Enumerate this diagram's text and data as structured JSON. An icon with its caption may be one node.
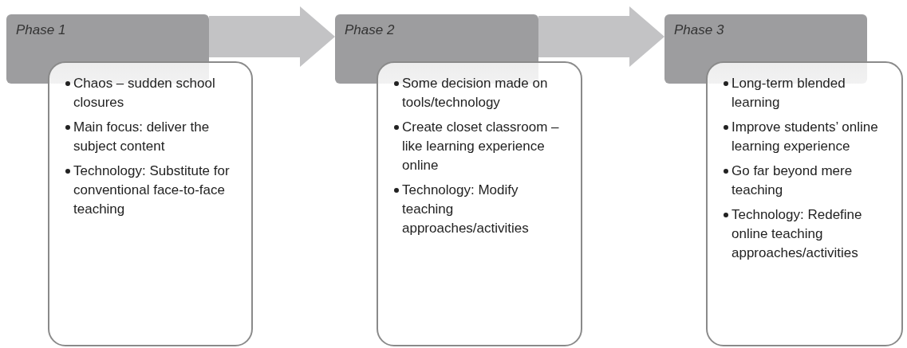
{
  "diagram": {
    "nodes": [
      {
        "text": [
          "Phase 1"
        ]
      },
      {
        "text": [
          "Chaos – sudden school closures",
          "Main focus: deliver the subject content",
          "Technology: Substitute for conventional face-to-face teaching"
        ]
      },
      {
        "text": [
          "Phase 2"
        ]
      },
      {
        "text": [
          "Some decision made on tools/technology",
          "Create closet classroom –like learning experience online",
          "Technology: Modify teaching approaches/activities"
        ]
      },
      {
        "text": [
          "Phase 3"
        ]
      },
      {
        "text": [
          "Long-term blended learning",
          "Improve students’ online learning experience",
          "Go far beyond mere teaching",
          "Technology: Redefine online teaching approaches/activities"
        ]
      }
    ],
    "edges": [
      {
        "from": 0,
        "to": 2,
        "arrow": "to"
      },
      {
        "from": 2,
        "to": 4,
        "arrow": "to"
      }
    ]
  }
}
